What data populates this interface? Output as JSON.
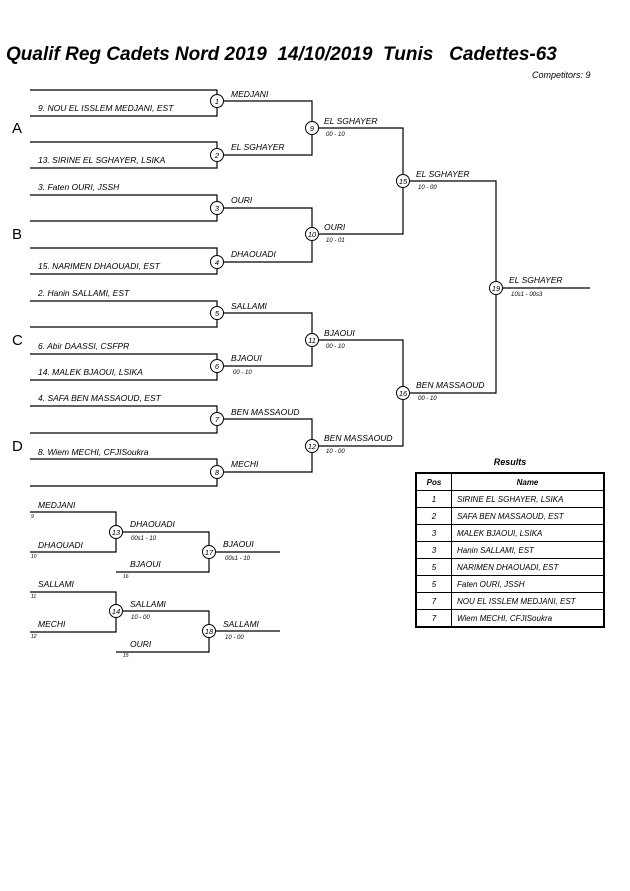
{
  "header": {
    "title": "Qualif Reg Cadets Nord 2019  14/10/2019  Tunis   Cadettes-63",
    "competitors": "Competitors: 9"
  },
  "pools": [
    "A",
    "B",
    "C",
    "D"
  ],
  "entries": {
    "e1": "9. NOU EL ISSLEM MEDJANI, EST",
    "e2": "13. SIRINE EL SGHAYER, LSIKA",
    "e3": "3. Faten OURI, JSSH",
    "e4": "15. NARIMEN DHAOUADI, EST",
    "e5": "2. Hanin SALLAMI, EST",
    "e6a": "6. Abir DAASSI, CSFPR",
    "e6b": "14. MALEK BJAOUI, LSIKA",
    "e7": "4. SAFA BEN MASSAOUD, EST",
    "e8": "8. Wiem MECHI, CFJISoukra"
  },
  "matches": {
    "m1": "1",
    "m2": "2",
    "m3": "3",
    "m4": "4",
    "m5": "5",
    "m6": "6",
    "m7": "7",
    "m8": "8",
    "m9": "9",
    "m10": "10",
    "m11": "11",
    "m12": "12",
    "m13": "13",
    "m14": "14",
    "m15": "15",
    "m16": "16",
    "m17": "17",
    "m18": "18",
    "m19": "19"
  },
  "winners": {
    "w1": "MEDJANI",
    "w2": "EL SGHAYER",
    "w3": "OURI",
    "w4": "DHAOUADI",
    "w5": "SALLAMI",
    "w6": "BJAOUI",
    "w7": "BEN MASSAOUD",
    "w8": "MECHI",
    "w9": "EL SGHAYER",
    "w10": "OURI",
    "w11": "BJAOUI",
    "w12": "BEN MASSAOUD",
    "w15": "EL SGHAYER",
    "w16": "BEN MASSAOUD",
    "w19": "EL SGHAYER"
  },
  "scores": {
    "s6": "00 - 10",
    "s9": "00 - 10",
    "s10": "10 - 01",
    "s11": "00 - 10",
    "s12": "10 - 00",
    "s15": "10 - 00",
    "s16": "00 - 10",
    "s19": "10s1 - 00s3"
  },
  "repechage": {
    "r1_top": "MEDJANI",
    "r1_top_ref": "9",
    "r1_bot": "DHAOUADI",
    "r1_bot_ref": "10",
    "r13_winner": "DHAOUADI",
    "r13_score": "00s1 - 10",
    "r17_opp": "BJAOUI",
    "r17_opp_ref": "16",
    "r17_winner": "BJAOUI",
    "r17_score": "00s1 - 10",
    "r2_top": "SALLAMI",
    "r2_top_ref": "11",
    "r2_bot": "MECHI",
    "r2_bot_ref": "12",
    "r14_winner": "SALLAMI",
    "r14_score": "10 - 00",
    "r18_opp": "OURI",
    "r18_opp_ref": "15",
    "r18_winner": "SALLAMI",
    "r18_score": "10 - 00"
  },
  "results": {
    "title": "Results",
    "col_pos": "Pos",
    "col_name": "Name",
    "rows": [
      {
        "pos": "1",
        "name": "SIRINE EL SGHAYER, LSIKA"
      },
      {
        "pos": "2",
        "name": "SAFA BEN MASSAOUD, EST"
      },
      {
        "pos": "3",
        "name": "MALEK BJAOUI, LSIKA"
      },
      {
        "pos": "3",
        "name": "Hanin SALLAMI, EST"
      },
      {
        "pos": "5",
        "name": "NARIMEN DHAOUADI, EST"
      },
      {
        "pos": "5",
        "name": "Faten OURI, JSSH"
      },
      {
        "pos": "7",
        "name": "NOU EL ISSLEM MEDJANI, EST"
      },
      {
        "pos": "7",
        "name": "Wiem MECHI, CFJISoukra"
      }
    ]
  }
}
